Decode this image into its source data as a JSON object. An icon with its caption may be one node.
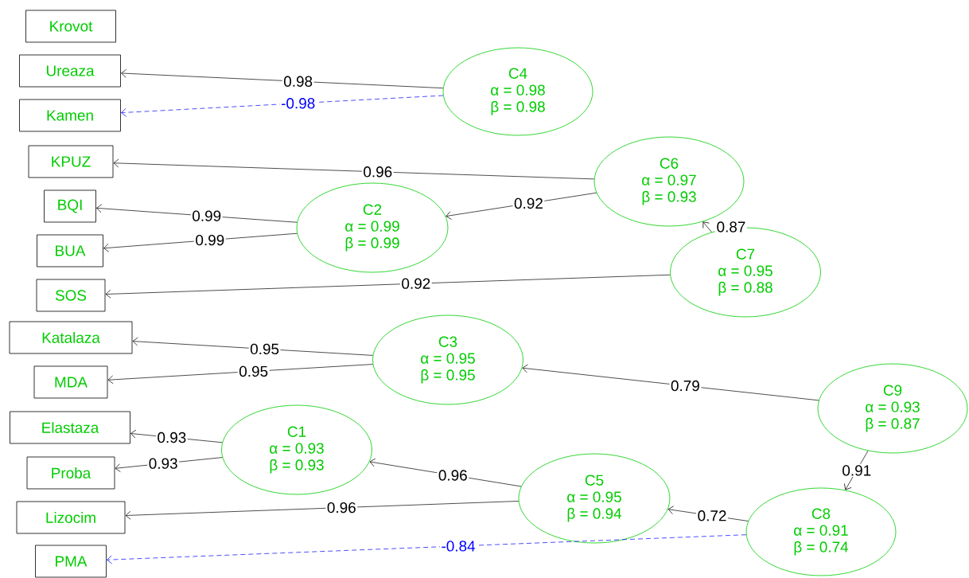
{
  "diagram": {
    "nodes": [
      {
        "text": [
          "Krovot"
        ]
      },
      {
        "text": [
          "Ureaza"
        ]
      },
      {
        "text": [
          "Kamen"
        ]
      },
      {
        "text": [
          "KPUZ"
        ]
      },
      {
        "text": [
          "BQI"
        ]
      },
      {
        "text": [
          "BUA"
        ]
      },
      {
        "text": [
          "SOS"
        ]
      },
      {
        "text": [
          "Katalaza"
        ]
      },
      {
        "text": [
          "MDA"
        ]
      },
      {
        "text": [
          "Elastaza"
        ]
      },
      {
        "text": [
          "Proba"
        ]
      },
      {
        "text": [
          "Lizocim"
        ]
      },
      {
        "text": [
          "PMA"
        ]
      },
      {
        "text": [
          "C4",
          "α = 0.98",
          "β = 0.98"
        ]
      },
      {
        "text": [
          "C6",
          "α = 0.97",
          "β = 0.93"
        ]
      },
      {
        "text": [
          "C2",
          "α = 0.99",
          "β = 0.99"
        ]
      },
      {
        "text": [
          "C7",
          "α = 0.95",
          "β = 0.88"
        ]
      },
      {
        "text": [
          "C3",
          "α = 0.95",
          "β = 0.95"
        ]
      },
      {
        "text": [
          "C9",
          "α = 0.93",
          "β = 0.87"
        ]
      },
      {
        "text": [
          "C1",
          "α = 0.93",
          "β = 0.93"
        ]
      },
      {
        "text": [
          "C5",
          "α = 0.95",
          "β = 0.94"
        ]
      },
      {
        "text": [
          "C8",
          "α = 0.91",
          "β = 0.74"
        ]
      }
    ],
    "edges": [
      {
        "from": 13,
        "to": 1,
        "arrow": "to",
        "label": "0.98"
      },
      {
        "from": 13,
        "to": 2,
        "arrow": "to",
        "label": "-0.98",
        "style": "dashed",
        "color": "#0000ff"
      },
      {
        "from": 14,
        "to": 3,
        "arrow": "to",
        "label": "0.96"
      },
      {
        "from": 14,
        "to": 15,
        "arrow": "to",
        "label": "0.92"
      },
      {
        "from": 15,
        "to": 4,
        "arrow": "to",
        "label": "0.99"
      },
      {
        "from": 15,
        "to": 5,
        "arrow": "to",
        "label": "0.99"
      },
      {
        "from": 16,
        "to": 14,
        "arrow": "to",
        "label": "0.87"
      },
      {
        "from": 16,
        "to": 6,
        "arrow": "to",
        "label": "0.92"
      },
      {
        "from": 17,
        "to": 7,
        "arrow": "to",
        "label": "0.95"
      },
      {
        "from": 17,
        "to": 8,
        "arrow": "to",
        "label": "0.95"
      },
      {
        "from": 18,
        "to": 17,
        "arrow": "to",
        "label": "0.79"
      },
      {
        "from": 18,
        "to": 21,
        "arrow": "to",
        "label": "0.91"
      },
      {
        "from": 19,
        "to": 9,
        "arrow": "to",
        "label": "0.93"
      },
      {
        "from": 19,
        "to": 10,
        "arrow": "to",
        "label": "0.93"
      },
      {
        "from": 20,
        "to": 19,
        "arrow": "to",
        "label": "0.96"
      },
      {
        "from": 20,
        "to": 11,
        "arrow": "to",
        "label": "0.96"
      },
      {
        "from": 21,
        "to": 20,
        "arrow": "to",
        "label": "0.72"
      },
      {
        "from": 21,
        "to": 12,
        "arrow": "to",
        "label": "-0.84",
        "style": "dashed",
        "color": "#0000ff"
      }
    ]
  }
}
